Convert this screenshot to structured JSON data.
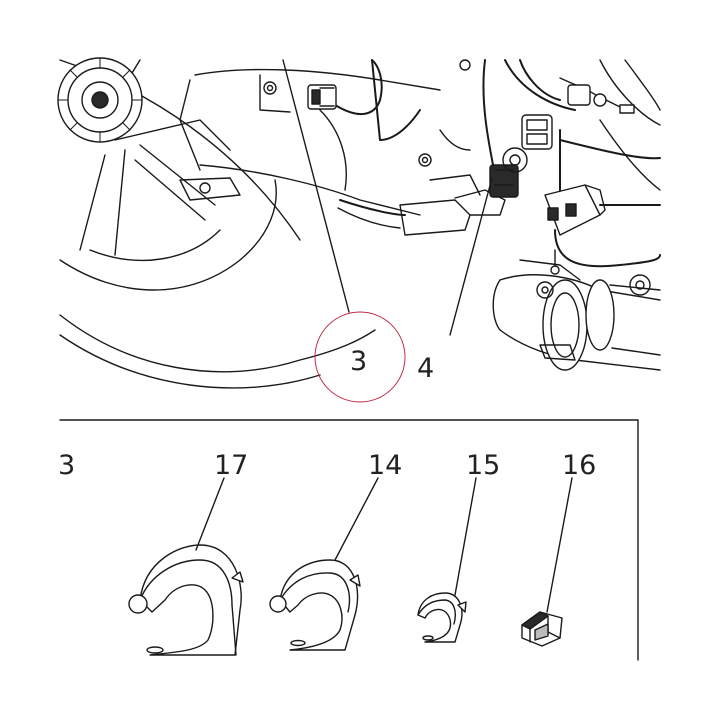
{
  "diagram": {
    "callouts": {
      "c3_top": "3",
      "c4": "4",
      "c3_left": "3",
      "c17": "17",
      "c14": "14",
      "c15": "15",
      "c16": "16"
    },
    "highlight_color": "#c0304a",
    "line_color": "#1a1a1a"
  }
}
